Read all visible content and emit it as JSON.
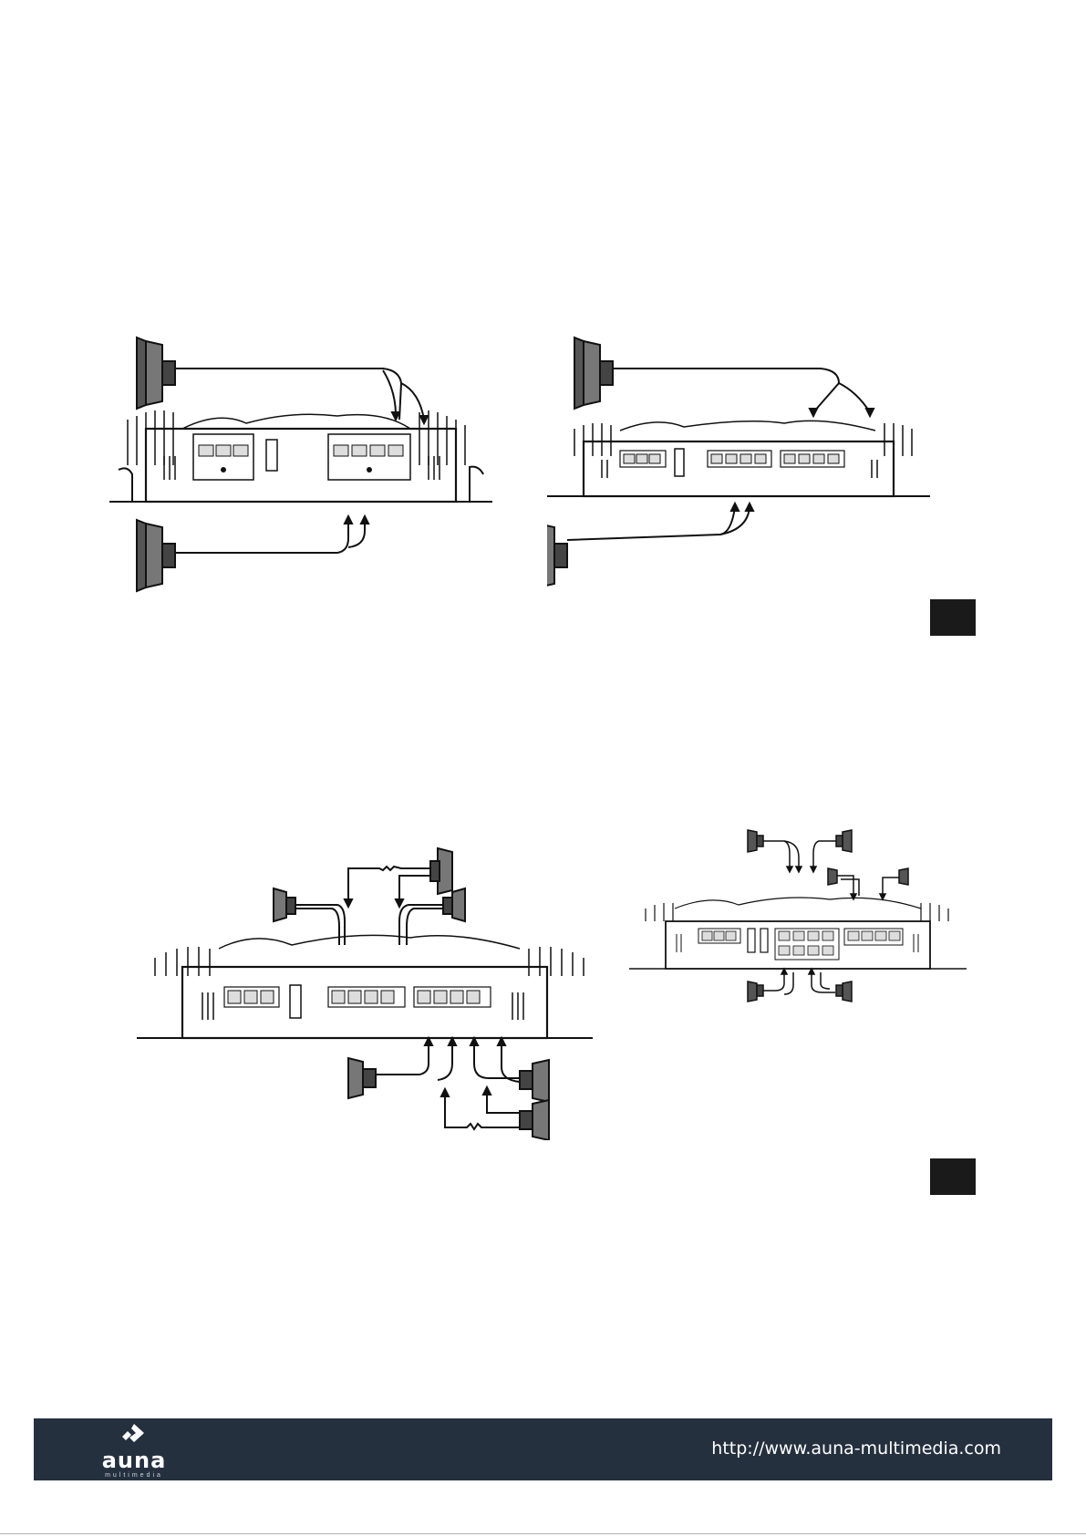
{
  "page": {
    "figures": [
      {
        "name": "wiring-diagram-2ch-bridged"
      },
      {
        "name": "wiring-diagram-3ch-bridged"
      },
      {
        "name": "wiring-diagram-4ch-component"
      },
      {
        "name": "wiring-diagram-6ch-stereo"
      }
    ],
    "badges": [
      {
        "name": "figure-badge-1",
        "label": ""
      },
      {
        "name": "figure-badge-2",
        "label": ""
      }
    ]
  },
  "footer": {
    "logo_text": "auna",
    "logo_subtext": "multimedia",
    "logo_icon": "auna-diamond-logo-icon",
    "url": "http://www.auna-multimedia.com",
    "background_color": "#25303f"
  }
}
